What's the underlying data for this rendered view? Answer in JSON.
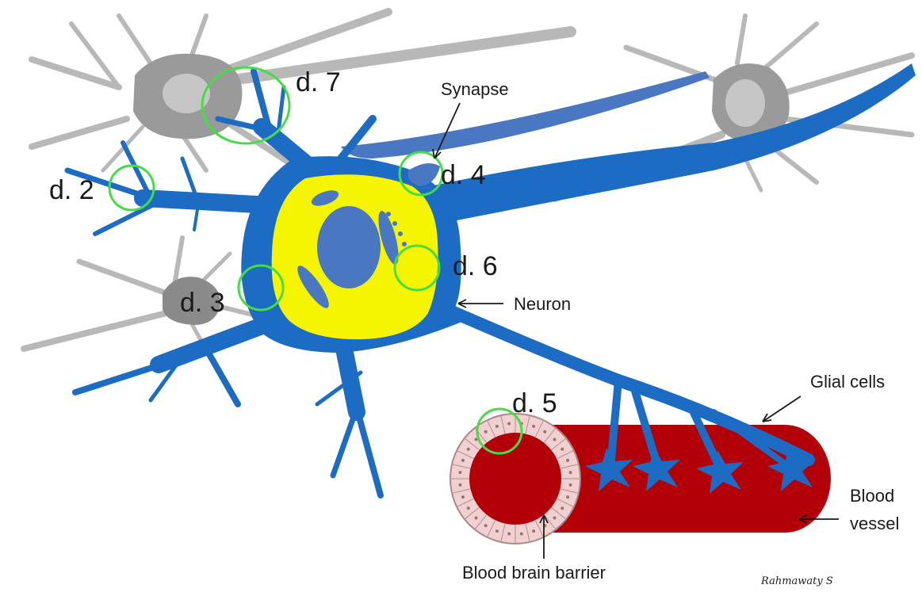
{
  "labels": {
    "d7": "d. 7",
    "d2": "d. 2",
    "d3": "d. 3",
    "d4": "d. 4",
    "d5": "d. 5",
    "d6": "d. 6",
    "synapse": "Synapse",
    "neuron": "Neuron",
    "glial": "Glial cells",
    "blood_line1": "Blood",
    "blood_line2": "vessel",
    "bbb": "Blood brain barrier",
    "signature": "Rahmawaty S"
  },
  "colors": {
    "neuron_blue": "#1d6cc4",
    "nucleus_blue": "#4a77c2",
    "soma_yellow": "#f5f500",
    "vessel_red": "#b30008",
    "barrier_pink": "#f0d0d0",
    "marker_green": "#44dd44",
    "glia_gray": "#b3b3b3",
    "glia_dark": "#8f8f8f"
  }
}
